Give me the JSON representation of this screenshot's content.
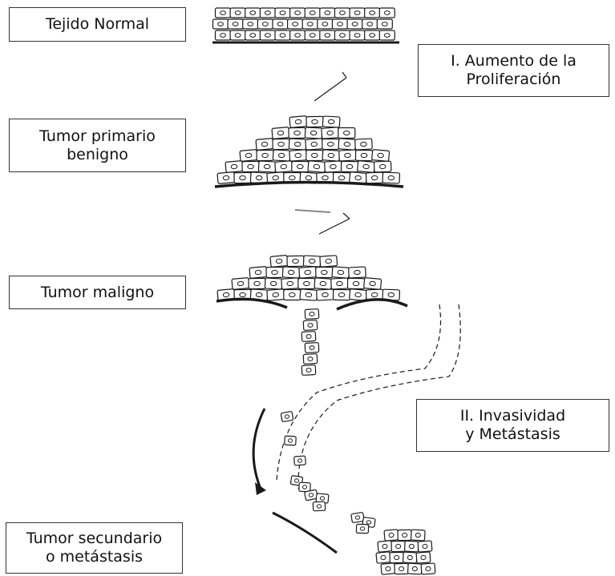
{
  "stage_labels": {
    "normal": {
      "line1": "Tejido Normal"
    },
    "benign": {
      "line1": "Tumor primario",
      "line2": "benigno"
    },
    "malignant": {
      "line1": "Tumor maligno"
    },
    "secondary": {
      "line1": "Tumor secundario",
      "line2": "o metástasis"
    }
  },
  "phase_labels": {
    "proliferation": {
      "line1": "I. Aumento de la",
      "line2": "Proliferación"
    },
    "invasion": {
      "line1": "II. Invasividad",
      "line2": "y Metástasis"
    }
  },
  "colors": {
    "stroke": "#1a1a1a",
    "background": "#ffffff"
  }
}
